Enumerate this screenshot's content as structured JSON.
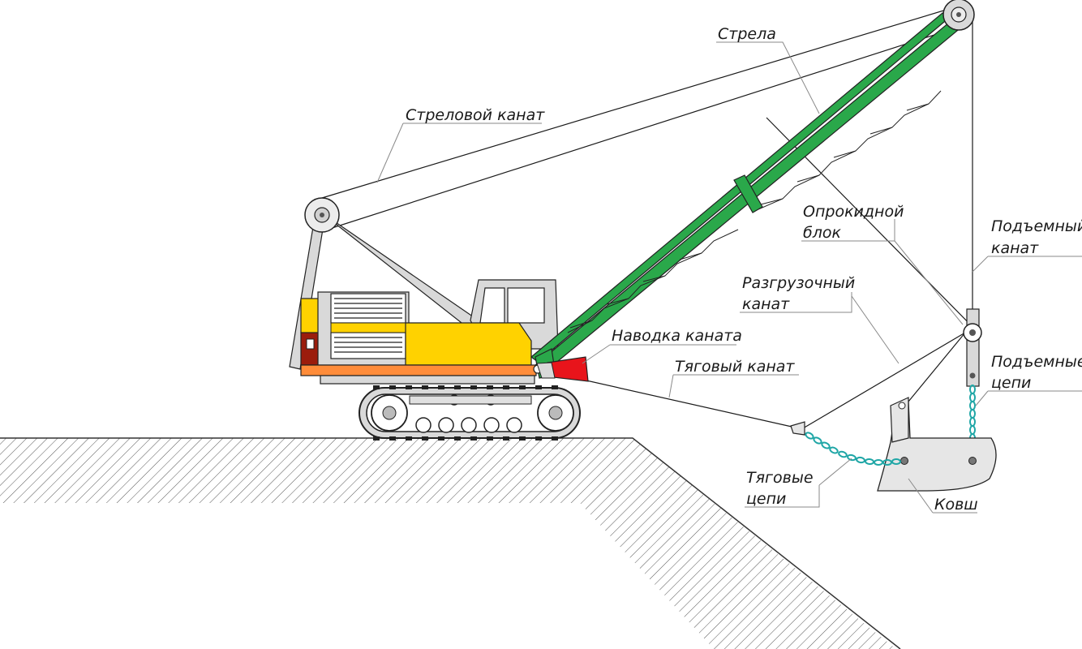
{
  "labels": {
    "boom": "Стрела",
    "boom_rope": "Стреловой канат",
    "tipping_block_1": "Опрокидной",
    "tipping_block_2": "блок",
    "hoist_rope_1": "Подъемный",
    "hoist_rope_2": "канат",
    "dump_rope_1": "Разгрузочный",
    "dump_rope_2": "канат",
    "fairlead": "Наводка каната",
    "drag_rope": "Тяговый канат",
    "hoist_chains_1": "Подъемные",
    "hoist_chains_2": "цепи",
    "drag_chains_1": "Тяговые",
    "drag_chains_2": "цепи",
    "bucket": "Ковш"
  },
  "colors": {
    "body": "#ffd200",
    "boom": "#2aa84a",
    "stripe": "#ff8c3a",
    "fairlead": "#e8141b",
    "counterweight": "#9b1c0c",
    "cab": "#d9d9d9",
    "bucket": "#e6e6e6",
    "chain": "#1fa6a6",
    "ground": "#333333"
  }
}
